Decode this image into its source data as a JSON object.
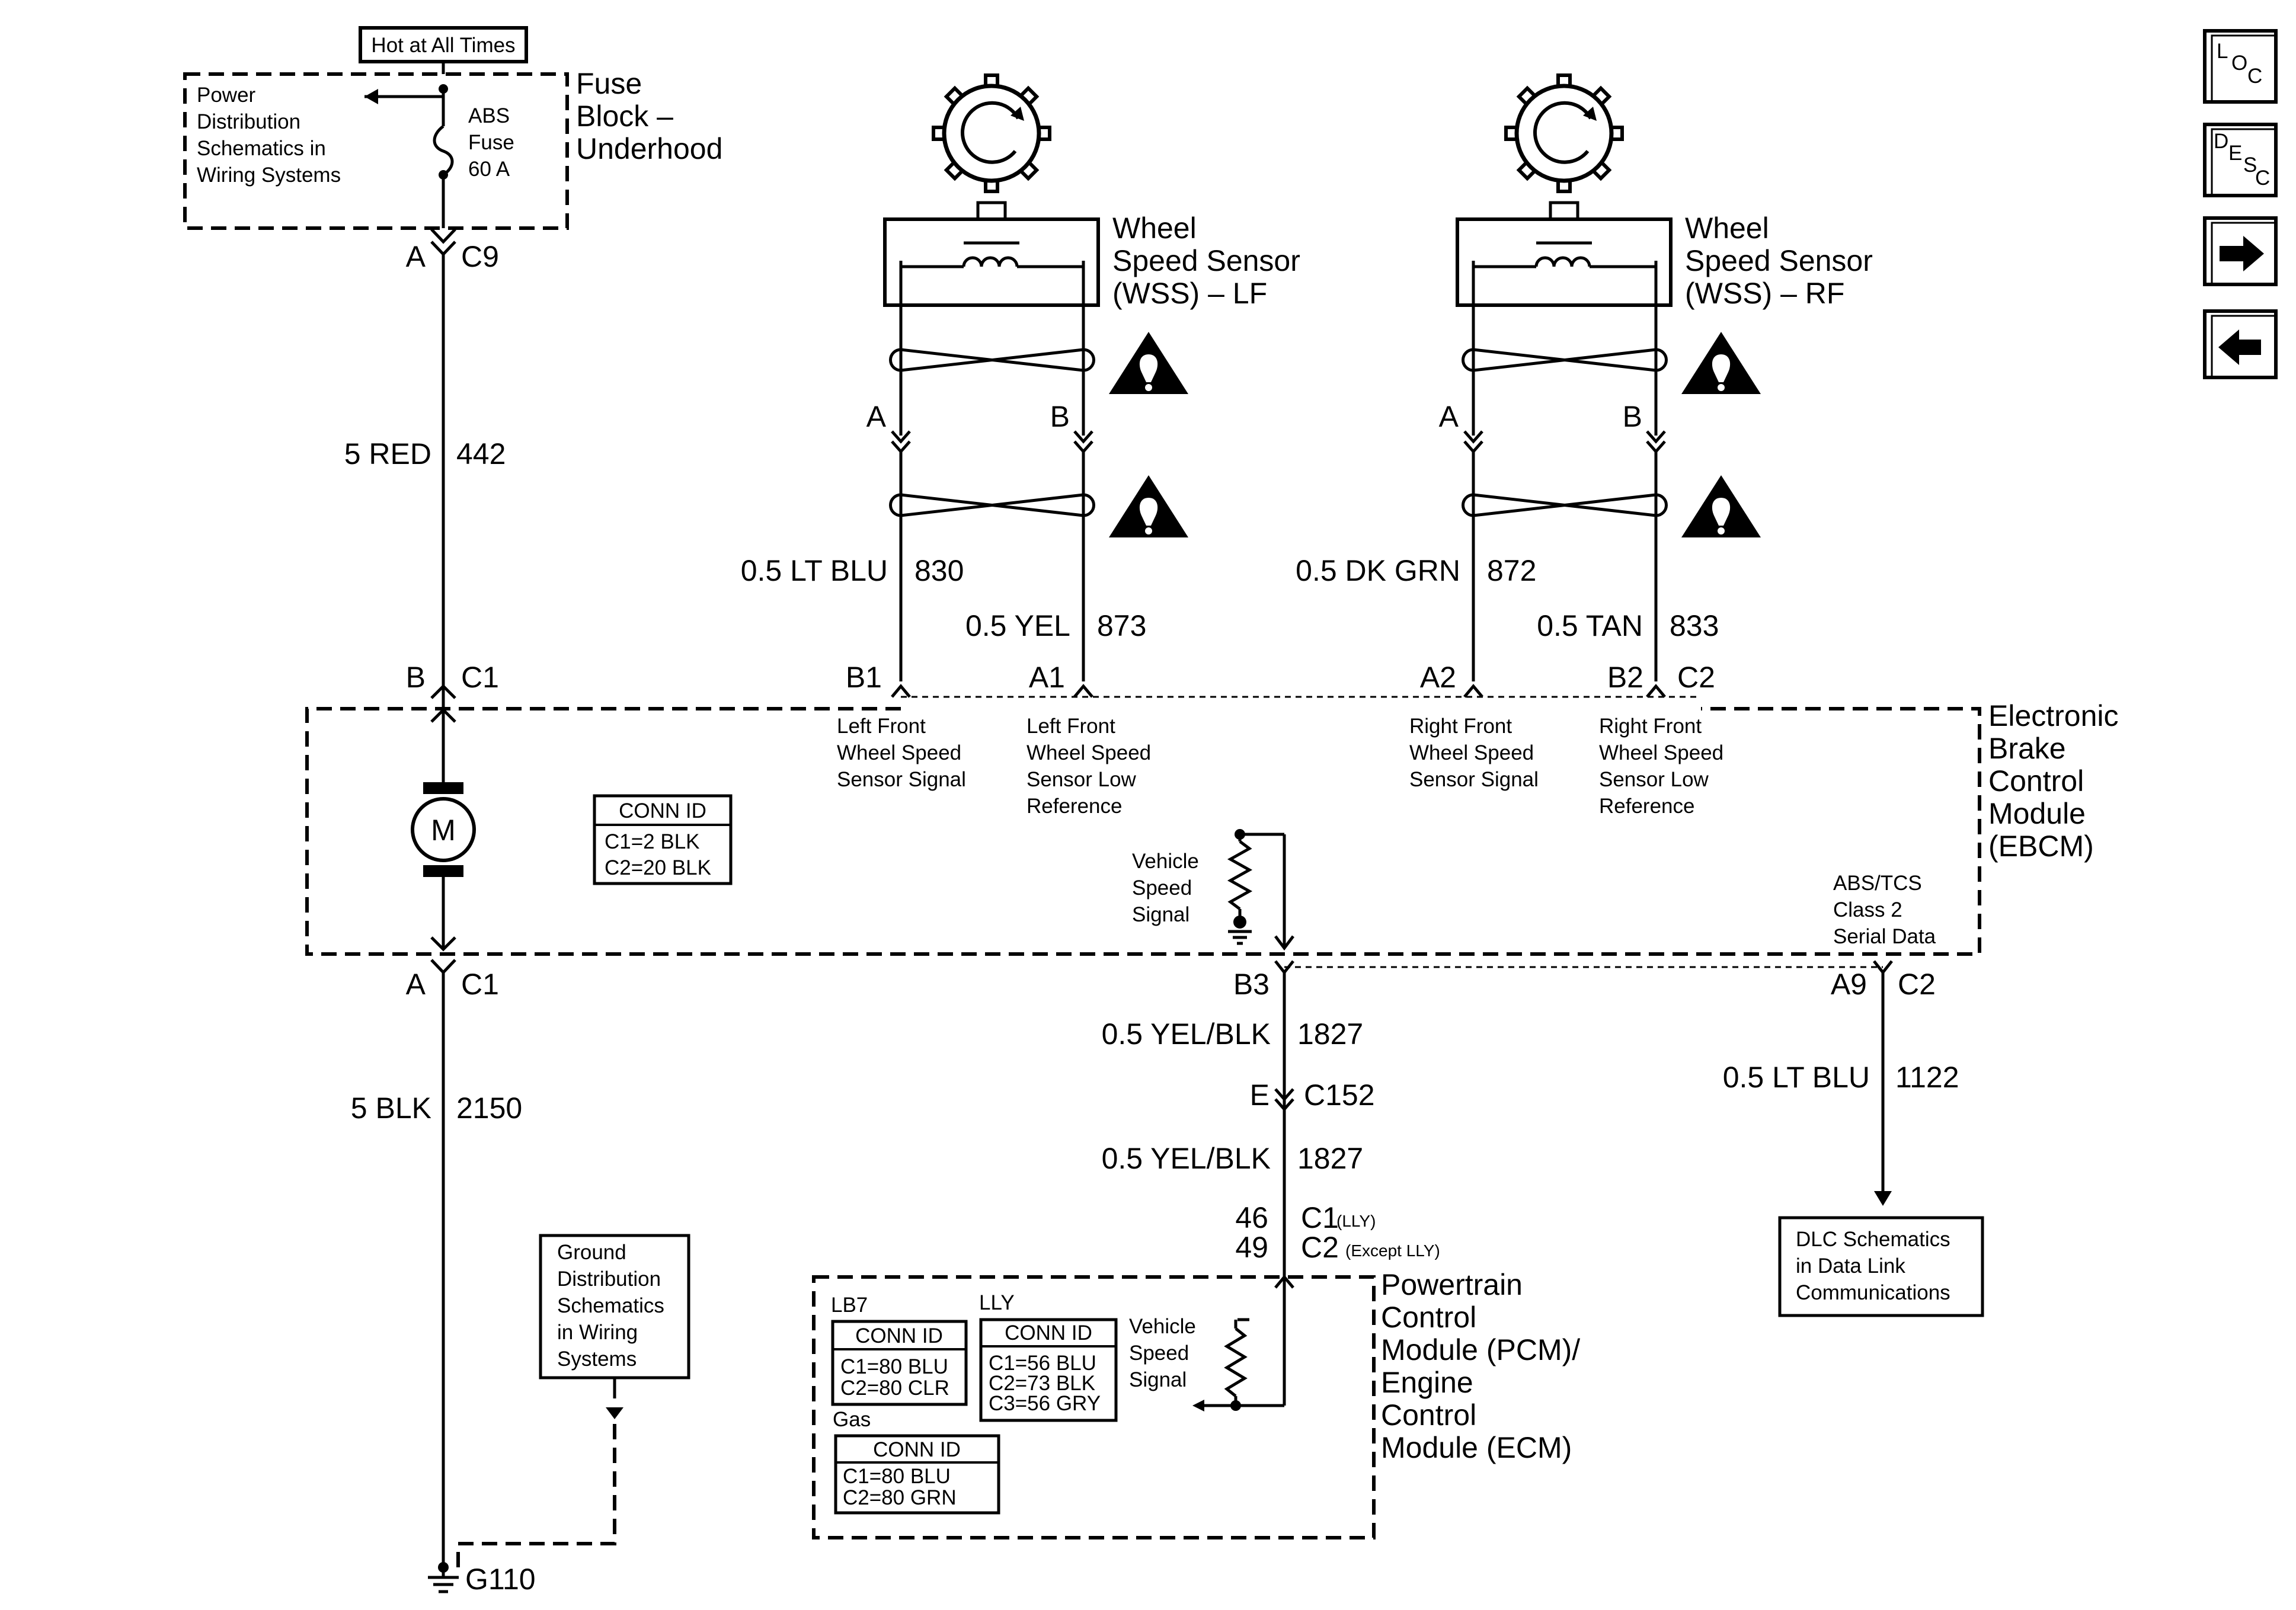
{
  "fuse": {
    "hot_label": "Hot at All Times",
    "power_dist_line1": "Power",
    "power_dist_line2": "Distribution",
    "power_dist_line3": "Schematics in",
    "power_dist_line4": "Wiring Systems",
    "fuse_line1": "ABS",
    "fuse_line2": "Fuse",
    "fuse_line3": "60 A",
    "block_line1": "Fuse",
    "block_line2": "Block –",
    "block_line3": "Underhood"
  },
  "left_circuit": {
    "c9_pin": "A",
    "c9_conn": "C9",
    "wire1_color": "5 RED",
    "wire1_circuit": "442",
    "c1_top_pin": "B",
    "c1_top_conn": "C1",
    "motor_label": "M",
    "c1_bot_pin": "A",
    "c1_bot_conn": "C1",
    "wire2_color": "5 BLK",
    "wire2_circuit": "2150",
    "ground_label": "G110",
    "ground_dist_line1": "Ground",
    "ground_dist_line2": "Distribution",
    "ground_dist_line3": "Schematics",
    "ground_dist_line4": "in Wiring",
    "ground_dist_line5": "Systems"
  },
  "ebcm_conn_id": {
    "title": "CONN ID",
    "line1": "C1=2 BLK",
    "line2": "C2=20 BLK"
  },
  "wss_lf": {
    "title_line1": "Wheel",
    "title_line2": "Speed Sensor",
    "title_line3": "(WSS) – LF",
    "pin_a": "A",
    "pin_b": "B",
    "wire_a_color": "0.5 LT BLU",
    "wire_a_circuit": "830",
    "wire_b_color": "0.5 YEL",
    "wire_b_circuit": "873",
    "ebcm_pin_a": "B1",
    "ebcm_pin_b": "A1",
    "sig_line1": "Left Front",
    "sig_line2": "Wheel Speed",
    "sig_line3": "Sensor Signal",
    "low_line1": "Left Front",
    "low_line2": "Wheel Speed",
    "low_line3": "Sensor Low",
    "low_line4": "Reference"
  },
  "wss_rf": {
    "title_line1": "Wheel",
    "title_line2": "Speed Sensor",
    "title_line3": "(WSS) – RF",
    "pin_a": "A",
    "pin_b": "B",
    "wire_a_color": "0.5 DK GRN",
    "wire_a_circuit": "872",
    "wire_b_color": "0.5 TAN",
    "wire_b_circuit": "833",
    "ebcm_pin_a": "A2",
    "ebcm_pin_b": "B2",
    "ebcm_conn": "C2",
    "sig_line1": "Right Front",
    "sig_line2": "Wheel Speed",
    "sig_line3": "Sensor Signal",
    "low_line1": "Right Front",
    "low_line2": "Wheel Speed",
    "low_line3": "Sensor Low",
    "low_line4": "Reference"
  },
  "ebcm": {
    "label_line1": "Electronic",
    "label_line2": "Brake",
    "label_line3": "Control",
    "label_line4": "Module",
    "label_line5": "(EBCM)",
    "vss_line1": "Vehicle",
    "vss_line2": "Speed",
    "vss_line3": "Signal",
    "class2_line1": "ABS/TCS",
    "class2_line2": "Class 2",
    "class2_line3": "Serial Data"
  },
  "vss_circuit": {
    "b3_pin": "B3",
    "wire1_color": "0.5 YEL/BLK",
    "wire1_circuit": "1827",
    "c152_pin": "E",
    "c152_conn": "C152",
    "wire2_color": "0.5 YEL/BLK",
    "wire2_circuit": "1827",
    "pcm_pin1": "46",
    "pcm_conn1": "C1",
    "pcm_note1": "(LLY)",
    "pcm_pin2": "49",
    "pcm_conn2": "C2",
    "pcm_note2": "(Except LLY)"
  },
  "class2_circuit": {
    "pin": "A9",
    "conn": "C2",
    "wire_color": "0.5 LT BLU",
    "wire_circuit": "1122",
    "dlc_line1": "DLC Schematics",
    "dlc_line2": "in Data Link",
    "dlc_line3": "Communications"
  },
  "pcm": {
    "label_line1": "Powertrain",
    "label_line2": "Control",
    "label_line3": "Module (PCM)/",
    "label_line4": "Engine",
    "label_line5": "Control",
    "label_line6": "Module (ECM)",
    "lb7_label": "LB7",
    "lb7_title": "CONN ID",
    "lb7_line1": "C1=80 BLU",
    "lb7_line2": "C2=80 CLR",
    "lly_label": "LLY",
    "lly_title": "CONN ID",
    "lly_line1": "C1=56 BLU",
    "lly_line2": "C2=73 BLK",
    "lly_line3": "C3=56 GRY",
    "gas_label": "Gas",
    "gas_title": "CONN ID",
    "gas_line1": "C1=80 BLU",
    "gas_line2": "C2=80 GRN",
    "vss_line1": "Vehicle",
    "vss_line2": "Speed",
    "vss_line3": "Signal"
  },
  "nav": {
    "loc_l": "L",
    "loc_o": "O",
    "loc_c": "C",
    "desc_d": "D",
    "desc_e": "E",
    "desc_s": "S",
    "desc_c": "C",
    "next_icon": "right-arrow-icon",
    "prev_icon": "left-arrow-icon"
  }
}
